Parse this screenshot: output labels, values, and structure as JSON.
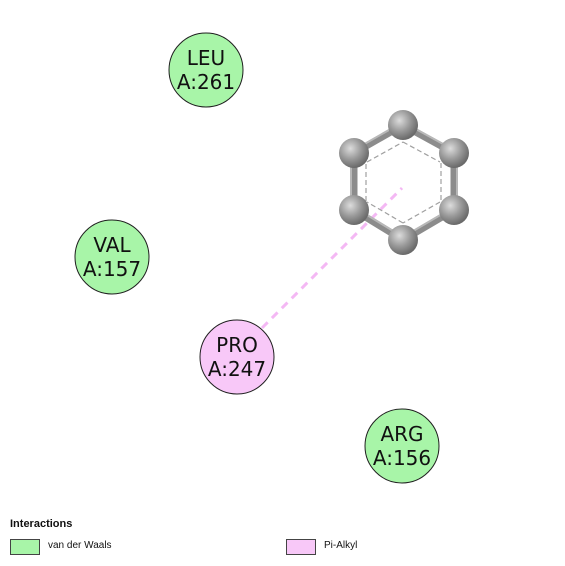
{
  "colors": {
    "van_der_waals": "#a8f5a8",
    "pi_alkyl": "#f8c8f8",
    "atom": "#9a9a9a",
    "bond": "#8a8a8a"
  },
  "residues": [
    {
      "id": "leu",
      "name": "LEU",
      "chain_pos": "A:261",
      "interaction": "van_der_waals"
    },
    {
      "id": "val",
      "name": "VAL",
      "chain_pos": "A:157",
      "interaction": "van_der_waals"
    },
    {
      "id": "pro",
      "name": "PRO",
      "chain_pos": "A:247",
      "interaction": "pi_alkyl"
    },
    {
      "id": "arg",
      "name": "ARG",
      "chain_pos": "A:156",
      "interaction": "van_der_waals"
    }
  ],
  "legend": {
    "title": "Interactions",
    "items": [
      {
        "key": "van_der_waals",
        "label": "van der Waals"
      },
      {
        "key": "pi_alkyl",
        "label": "Pi-Alkyl"
      }
    ]
  }
}
